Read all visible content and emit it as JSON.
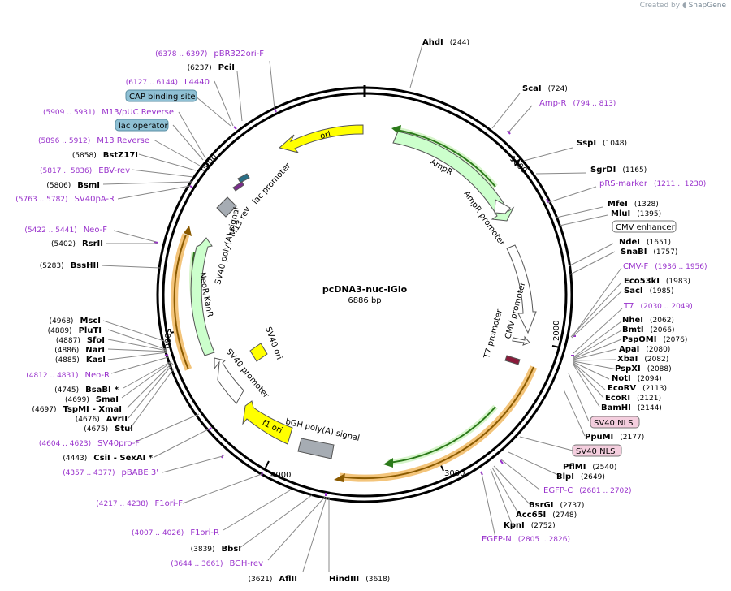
{
  "credit": {
    "prefix": "Created by",
    "brand": "SnapGene"
  },
  "plasmid": {
    "name": "pcDNA3-nuc-iGlo",
    "size": "6886 bp"
  },
  "colors": {
    "ori": "#ffff00",
    "resistance": "#ccffcc",
    "promoter": "#ffffff",
    "polyA": "#a6acb3",
    "sv40ori": "#ffff00",
    "f1ori": "#ffff00",
    "nls": "#f4cede",
    "primer": "#9932cc",
    "enzyme": "#000000",
    "misc": "#8fc0d4"
  },
  "ruler": [
    "1000",
    "2000",
    "3000",
    "4000",
    "5000",
    "6000"
  ],
  "features": [
    {
      "label": "ori"
    },
    {
      "label": "AmpR"
    },
    {
      "label": "AmpR promoter"
    },
    {
      "label": "CMV promoter"
    },
    {
      "label": "T7 promoter"
    },
    {
      "label": "bGH poly(A) signal"
    },
    {
      "label": "f1 ori"
    },
    {
      "label": "SV40 promoter"
    },
    {
      "label": "SV40 ori"
    },
    {
      "label": "NeoR/KanR"
    },
    {
      "label": "SV40 poly(A) signal"
    },
    {
      "label": "M13 rev"
    },
    {
      "label": "lac promoter"
    }
  ],
  "boxed_labels": [
    {
      "label": "CAP binding site"
    },
    {
      "label": "lac operator"
    },
    {
      "label": "CMV enhancer"
    },
    {
      "label": "SV40 NLS"
    },
    {
      "label": "SV40 NLS"
    }
  ],
  "right_labels": [
    {
      "name": "AhdI",
      "pos": "(244)",
      "type": "enzyme"
    },
    {
      "name": "ScaI",
      "pos": "(724)",
      "type": "enzyme"
    },
    {
      "name": "Amp-R",
      "pos": "(794 .. 813)",
      "type": "primer"
    },
    {
      "name": "SspI",
      "pos": "(1048)",
      "type": "enzyme"
    },
    {
      "name": "SgrDI",
      "pos": "(1165)",
      "type": "enzyme"
    },
    {
      "name": "pRS-marker",
      "pos": "(1211 .. 1230)",
      "type": "primer"
    },
    {
      "name": "MfeI",
      "pos": "(1328)",
      "type": "enzyme"
    },
    {
      "name": "MluI",
      "pos": "(1395)",
      "type": "enzyme"
    },
    {
      "name": "NdeI",
      "pos": "(1651)",
      "type": "enzyme"
    },
    {
      "name": "SnaBI",
      "pos": "(1757)",
      "type": "enzyme"
    },
    {
      "name": "CMV-F",
      "pos": "(1936 .. 1956)",
      "type": "primer"
    },
    {
      "name": "Eco53kI",
      "pos": "(1983)",
      "type": "enzyme"
    },
    {
      "name": "SacI",
      "pos": "(1985)",
      "type": "enzyme"
    },
    {
      "name": "T7",
      "pos": "(2030 .. 2049)",
      "type": "primer"
    },
    {
      "name": "NheI",
      "pos": "(2062)",
      "type": "enzyme"
    },
    {
      "name": "BmtI",
      "pos": "(2066)",
      "type": "enzyme"
    },
    {
      "name": "PspOMI",
      "pos": "(2076)",
      "type": "enzyme"
    },
    {
      "name": "ApaI",
      "pos": "(2080)",
      "type": "enzyme"
    },
    {
      "name": "XbaI",
      "pos": "(2082)",
      "type": "enzyme"
    },
    {
      "name": "PspXI",
      "pos": "(2088)",
      "type": "enzyme"
    },
    {
      "name": "NotI",
      "pos": "(2094)",
      "type": "enzyme"
    },
    {
      "name": "EcoRV",
      "pos": "(2113)",
      "type": "enzyme"
    },
    {
      "name": "EcoRI",
      "pos": "(2121)",
      "type": "enzyme"
    },
    {
      "name": "BamHI",
      "pos": "(2144)",
      "type": "enzyme"
    },
    {
      "name": "PpuMI",
      "pos": "(2177)",
      "type": "enzyme"
    },
    {
      "name": "PflMI",
      "pos": "(2540)",
      "type": "enzyme"
    },
    {
      "name": "BlpI",
      "pos": "(2649)",
      "type": "enzyme"
    },
    {
      "name": "EGFP-C",
      "pos": "(2681 .. 2702)",
      "type": "primer"
    },
    {
      "name": "BsrGI",
      "pos": "(2737)",
      "type": "enzyme"
    },
    {
      "name": "Acc65I",
      "pos": "(2748)",
      "type": "enzyme"
    },
    {
      "name": "KpnI",
      "pos": "(2752)",
      "type": "enzyme"
    },
    {
      "name": "EGFP-N",
      "pos": "(2805 .. 2826)",
      "type": "primer"
    }
  ],
  "left_labels": [
    {
      "name": "pBR322ori-F",
      "pos": "(6378 .. 6397)",
      "type": "primer"
    },
    {
      "name": "PciI",
      "pos": "(6237)",
      "type": "enzyme"
    },
    {
      "name": "L4440",
      "pos": "(6127 .. 6144)",
      "type": "primer"
    },
    {
      "name": "M13/pUC Reverse",
      "pos": "(5909 .. 5931)",
      "type": "primer"
    },
    {
      "name": "M13 Reverse",
      "pos": "(5896 .. 5912)",
      "type": "primer"
    },
    {
      "name": "BstZ17I",
      "pos": "(5858)",
      "type": "enzyme"
    },
    {
      "name": "EBV-rev",
      "pos": "(5817 .. 5836)",
      "type": "primer"
    },
    {
      "name": "BsmI",
      "pos": "(5806)",
      "type": "enzyme"
    },
    {
      "name": "SV40pA-R",
      "pos": "(5763 .. 5782)",
      "type": "primer"
    },
    {
      "name": "Neo-F",
      "pos": "(5422 .. 5441)",
      "type": "primer"
    },
    {
      "name": "RsrII",
      "pos": "(5402)",
      "type": "enzyme"
    },
    {
      "name": "BssHII",
      "pos": "(5283)",
      "type": "enzyme"
    },
    {
      "name": "MscI",
      "pos": "(4968)",
      "type": "enzyme"
    },
    {
      "name": "PluTI",
      "pos": "(4889)",
      "type": "enzyme"
    },
    {
      "name": "SfoI",
      "pos": "(4887)",
      "type": "enzyme"
    },
    {
      "name": "NarI",
      "pos": "(4886)",
      "type": "enzyme"
    },
    {
      "name": "KasI",
      "pos": "(4885)",
      "type": "enzyme"
    },
    {
      "name": "Neo-R",
      "pos": "(4812 .. 4831)",
      "type": "primer"
    },
    {
      "name": "BsaBI",
      "pos": "(4745)",
      "type": "enzyme",
      "suffix": "*"
    },
    {
      "name": "SmaI",
      "pos": "(4699)",
      "type": "enzyme"
    },
    {
      "name": "TspMI",
      "pos": "(4697)",
      "type": "enzyme",
      "suffix": "- XmaI"
    },
    {
      "name": "AvrII",
      "pos": "(4676)",
      "type": "enzyme"
    },
    {
      "name": "StuI",
      "pos": "(4675)",
      "type": "enzyme"
    },
    {
      "name": "SV40pro-F",
      "pos": "(4604 .. 4623)",
      "type": "primer"
    },
    {
      "name": "CsiI",
      "pos": "(4443)",
      "type": "enzyme",
      "suffix": "- SexAI *"
    },
    {
      "name": "pBABE 3'",
      "pos": "(4357 .. 4377)",
      "type": "primer"
    },
    {
      "name": "F1ori-F",
      "pos": "(4217 .. 4238)",
      "type": "primer"
    },
    {
      "name": "F1ori-R",
      "pos": "(4007 .. 4026)",
      "type": "primer"
    },
    {
      "name": "BbsI",
      "pos": "(3839)",
      "type": "enzyme"
    },
    {
      "name": "BGH-rev",
      "pos": "(3644 .. 3661)",
      "type": "primer"
    }
  ],
  "bottom_labels": [
    {
      "name": "AflII",
      "pos": "(3621)",
      "type": "enzyme"
    },
    {
      "name": "HindIII",
      "pos": "(3618)",
      "type": "enzyme"
    }
  ]
}
